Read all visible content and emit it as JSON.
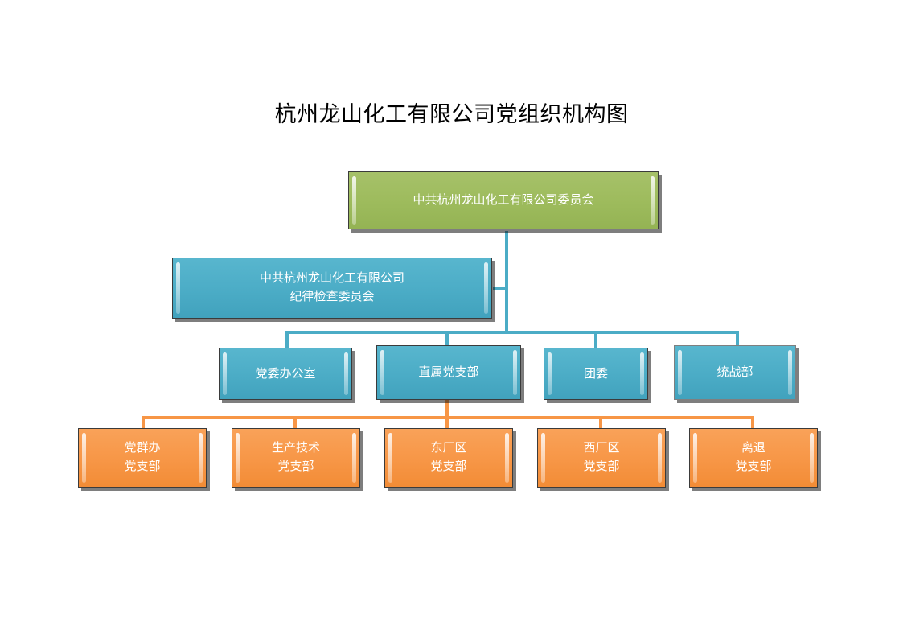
{
  "title": "杭州龙山化工有限公司党组织机构图",
  "colors": {
    "root_fill": "#9DBB5C",
    "branch_fill": "#4BACC6",
    "leaf_fill": "#F79646",
    "connector_blue": "#4BACC6",
    "connector_orange": "#F79646",
    "text": "#FFFFFF",
    "title_text": "#000000",
    "background": "#FFFFFF"
  },
  "root": {
    "lines": [
      "中共杭州龙山化工有限公司委员会"
    ]
  },
  "staff": {
    "lines": [
      "中共杭州龙山化工有限公司",
      "纪律检查委员会"
    ],
    "line1": "中共杭州龙山化工有限公司",
    "line2": "纪律检查委员会"
  },
  "branches": [
    {
      "label": "党委办公室"
    },
    {
      "label": "直属党支部"
    },
    {
      "label": "团委"
    },
    {
      "label": "统战部"
    }
  ],
  "leaves": [
    {
      "line1": "党群办",
      "line2": "党支部"
    },
    {
      "line1": "生产技术",
      "line2": "党支部"
    },
    {
      "line1": "东厂区",
      "line2": "党支部"
    },
    {
      "line1": "西厂区",
      "line2": "党支部"
    },
    {
      "line1": "离退",
      "line2": "党支部"
    }
  ]
}
